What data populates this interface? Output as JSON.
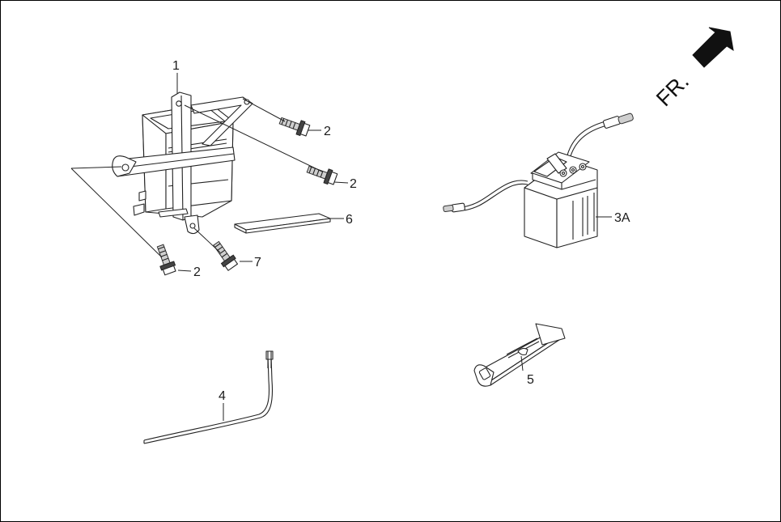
{
  "direction_indicator": {
    "text": "FR.",
    "icon": "arrow-icon"
  },
  "callouts": {
    "bracket": "1",
    "bolt_upper_right": "2",
    "bolt_right": "2",
    "bolt_lower_left": "2",
    "battery": "3A",
    "breather_tube": "4",
    "battery_strap": "5",
    "rubber_pad": "6",
    "bolt_bottom": "7"
  }
}
